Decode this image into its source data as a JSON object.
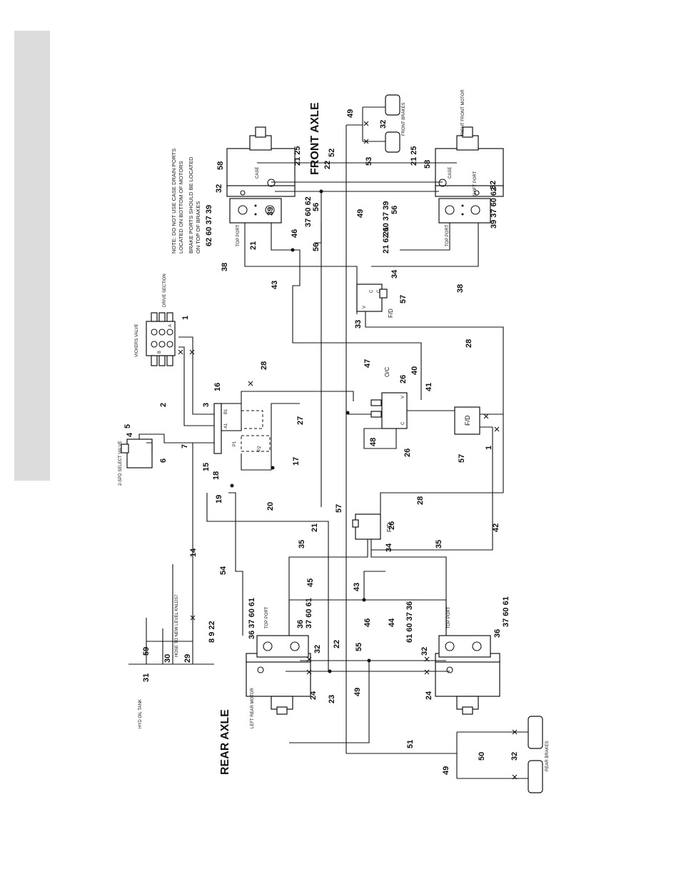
{
  "title": {
    "front": "FRONT  AXLE",
    "rear": "REAR  AXLE"
  },
  "note": {
    "l1": "NOTE:  DO NOT USE CASE DRAIN PORTS",
    "l2": "LOCATED ON BOTTOM OF MOTORS",
    "l3": "BRAKE PORTS SHOULD BE LOCATED",
    "l4": "ON TOP OF BRAKES"
  },
  "labels": {
    "hyd_oil_tank": "HYD OIL TANK",
    "hose_to_new_level": "HOSE TO NEW LEVEL KNLDS7",
    "two_spd_select_valve": "2-SPD SELECT VALVE",
    "vickers_valve": "VICKERS VALVE",
    "drive_section": "DRIVE SECTION",
    "oc": "O/C",
    "fd": "F/D",
    "right_front_motor": "RIGHT FRONT MOTOR",
    "left_rear_motor": "LEFT REAR MOTOR",
    "front_brakes": "FRONT BRAKES",
    "rear_brakes": "REAR BRAKES",
    "top_port": "TOP PORT",
    "shift_port": "SHIFT PORT",
    "case": "CASE",
    "c": "C",
    "v": "V",
    "a": "A",
    "b": "B",
    "p1": "P1",
    "p2": "P2",
    "a1": "A1",
    "b1": "B1"
  },
  "callouts": {
    "n1": "1",
    "n2": "2",
    "n3": "3",
    "n4": "4",
    "n5": "5",
    "n6": "6",
    "n7": "7",
    "n14": "14",
    "n15": "15",
    "n16": "16",
    "n17": "17",
    "n18": "18",
    "n19": "19",
    "n20": "20",
    "n21": "21",
    "n22": "22",
    "n23": "23",
    "n24": "24",
    "n25": "25",
    "n26": "26",
    "n27": "27",
    "n28": "28",
    "n29": "29",
    "n30": "30",
    "n31": "31",
    "n32": "32",
    "n33": "33",
    "n34": "34",
    "n35": "35",
    "n36": "36",
    "n37": "37",
    "n38": "38",
    "n39": "39",
    "n40": "40",
    "n41": "41",
    "n42": "42",
    "n43": "43",
    "n44": "44",
    "n45": "45",
    "n46": "46",
    "n47": "47",
    "n48": "48",
    "n49": "49",
    "n50": "50",
    "n51": "51",
    "n52": "52",
    "n53": "53",
    "n54": "54",
    "n55": "55",
    "n56": "56",
    "n57": "57",
    "n58": "58",
    "n59": "59",
    "g_8_9_22": "8  9  22",
    "g_36_37_60_61": "36 37 60 61",
    "g_37_60_61": "37 60 61",
    "g_21_25": "21 25",
    "g_62_60_37_39": "62 60 37 39",
    "g_39_37_60_62": "39 37 60 62",
    "g_37_60_62": "37 60 62",
    "g_36_37_60_61b": "36 37 60 61",
    "g_61_60_37_36": "61 60 37 36",
    "g_21_62_60_37_39": "21 62 60 37 39"
  }
}
